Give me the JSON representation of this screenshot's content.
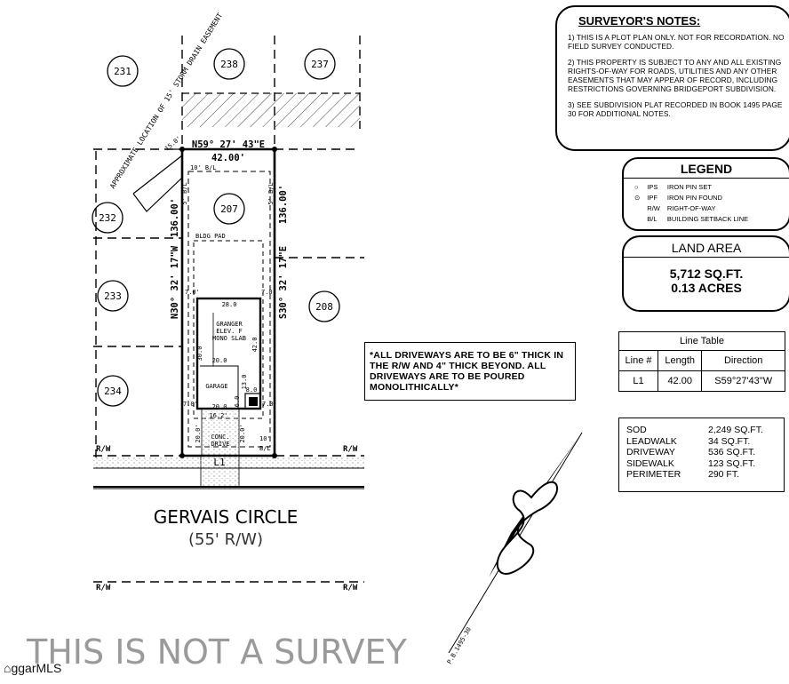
{
  "surveyor_notes": {
    "title": "SURVEYOR'S NOTES:",
    "notes": [
      "1) THIS IS A PLOT PLAN ONLY. NOT FOR RECORDATION. NO FIELD SURVEY CONDUCTED.",
      "2) THIS PROPERTY IS SUBJECT TO ANY AND ALL EXISTING RIGHTS-OF-WAY FOR ROADS, UTILITIES AND ANY OTHER EASEMENTS THAT MAY APPEAR OF RECORD, INCLUDING RESTRICTIONS GOVERNING BRIDGEPORT SUBDIVISION.",
      "3) SEE SUBDIVISION PLAT RECORDED IN BOOK 1495 PAGE 30 FOR ADDITIONAL NOTES."
    ]
  },
  "legend": {
    "title": "LEGEND",
    "items": [
      {
        "code": "IPS",
        "desc": "IRON PIN SET"
      },
      {
        "code": "IPF",
        "desc": "IRON PIN FOUND"
      },
      {
        "code": "R/W",
        "desc": "RIGHT-OF-WAY"
      },
      {
        "code": "B/L",
        "desc": "BUILDING SETBACK LINE"
      }
    ]
  },
  "land_area": {
    "title": "LAND AREA",
    "sqft": "5,712 SQ.FT.",
    "acres": "0.13 ACRES"
  },
  "line_table": {
    "title": "Line Table",
    "headers": [
      "Line #",
      "Length",
      "Direction"
    ],
    "row": {
      "line": "L1",
      "length": "42.00",
      "direction": "S59°27'43\"W"
    }
  },
  "driveway_note": "*ALL DRIVEWAYS ARE TO BE 6\" THICK IN THE R/W AND 4\" THICK BEYOND. ALL DRIVEWAYS ARE TO BE POURED MONOLITHICALLY*",
  "areas": [
    {
      "name": "SOD",
      "value": "2,249 SQ.FT."
    },
    {
      "name": "LEADWALK",
      "value": "34 SQ.FT."
    },
    {
      "name": "DRIVEWAY",
      "value": "536 SQ.FT."
    },
    {
      "name": "SIDEWALK",
      "value": "123 SQ.FT."
    },
    {
      "name": "PERIMETER",
      "value": "290 FT."
    }
  ],
  "plat": {
    "lots": {
      "l231": "231",
      "l238": "238",
      "l237": "237",
      "l232": "232",
      "l233": "233",
      "l234": "234",
      "l208": "208",
      "l207": "207"
    },
    "top_bearing": "N59° 27' 43\"E",
    "top_length": "42.00'",
    "left_length": "136.00'",
    "right_length": "136.00'",
    "left_bearing": "N30° 32' 17\"W",
    "right_bearing": "S30° 32' 17\"E",
    "front_setback": "10' B/L",
    "side_setback_left": "5' B/L",
    "side_setback_right": "5' B/L",
    "bldg_pad": "BLDG PAD",
    "easement": "APPROXIMATE LOCATION OF 15' STORM DRAIN EASEMENT",
    "easement_dim": "15.0'",
    "house_lines": [
      "GRANGER",
      "ELEV. F",
      "MONO SLAB"
    ],
    "house_width": "28.0",
    "house_depth": "42.0",
    "house_side": "30.0",
    "garage": "GARAGE",
    "garage_w1": "20.0",
    "garage_w2": "20.0",
    "setback_left": "7.0'",
    "setback_right": "7.0'",
    "setback_left2": "7.0'",
    "setback_right2": "7.0'",
    "porch_w": "8.0",
    "porch_d": "13.0",
    "porch_small": "6.0",
    "drive_width": "16.2'",
    "drive_label_1": "CONC.",
    "drive_label_2": "DRIVE",
    "drive_len_left": "20.0'",
    "drive_len_right": "20.0'",
    "front_bl_dim": "10'",
    "front_bl": "B/L",
    "rw_labels": [
      "R/W",
      "R/W",
      "R/W",
      "R/W"
    ],
    "line_label": "L1",
    "pb_ref": "P.B.1495-30"
  },
  "street": {
    "name": "GERVAIS CIRCLE",
    "rw": "(55' R/W)"
  },
  "disclaimer": "THIS IS NOT A SURVEY",
  "mls_logo": "ggarMLS"
}
